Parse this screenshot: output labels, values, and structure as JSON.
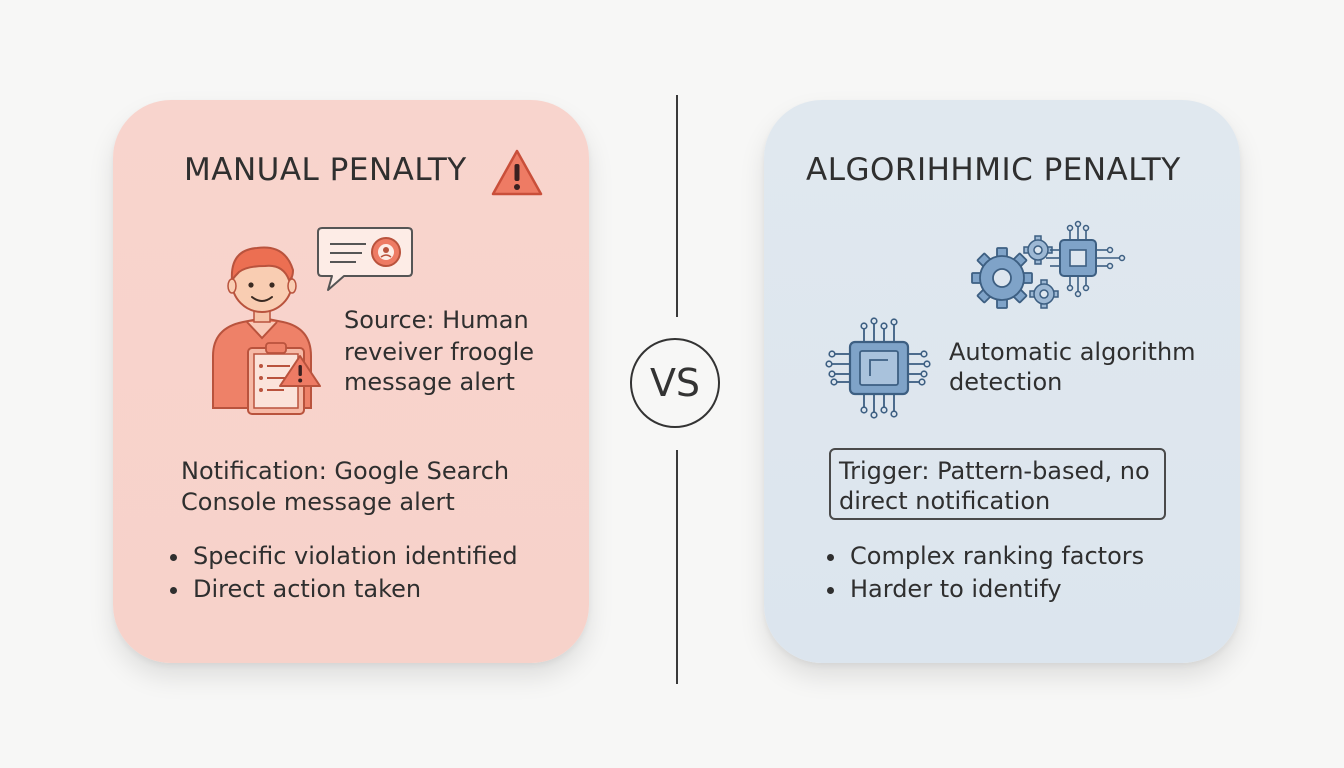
{
  "manual": {
    "title": "MANUAL PENALTY",
    "source_lines": [
      "Source: Human",
      "reveiver froogle",
      "message alert"
    ],
    "notification_lines": [
      "Notification: Google Search",
      "Console message alert"
    ],
    "bullets": [
      "Specific violation identified",
      "Direct action taken"
    ]
  },
  "algorithmic": {
    "title": "ALGORIHHMIC PENALTY",
    "detection_lines": [
      "Automatic algorithm",
      "detection"
    ],
    "trigger_lines": [
      "Trigger: Pattern-based, no",
      "direct notification"
    ],
    "bullets": [
      "Complex ranking factors",
      "Harder to identify"
    ]
  },
  "vs_label": "VS",
  "colors": {
    "manual_card": "#f8d4cd",
    "algorithmic_card": "#dde6ef",
    "accent_orange": "#e8705a",
    "accent_blue": "#7fa3c8"
  },
  "icons": {
    "manual": [
      "warning-icon",
      "reviewer-person-icon",
      "message-bubble-icon",
      "clipboard-icon"
    ],
    "algorithmic": [
      "gears-icon",
      "chip-icon",
      "circuit-chip-icon"
    ]
  }
}
